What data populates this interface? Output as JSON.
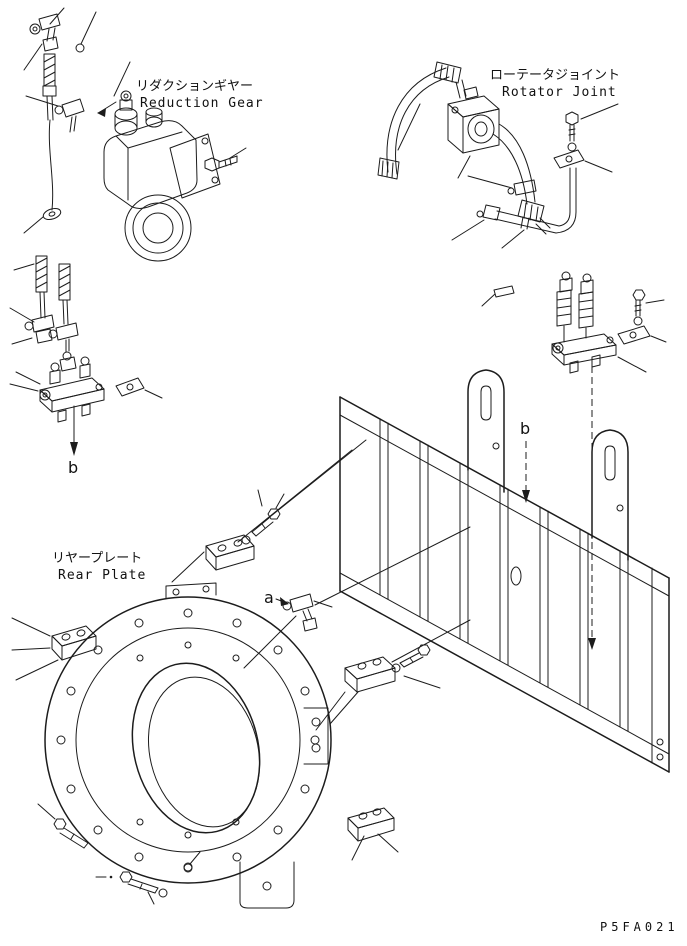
{
  "page": {
    "background": "#ffffff",
    "ink": "#1c1c1c"
  },
  "annotations": {
    "reduction_gear": {
      "jp": "リダクションギヤー",
      "en": "Reduction Gear"
    },
    "rotator_joint": {
      "jp": "ローテータジョイント",
      "en": "Rotator Joint"
    },
    "rear_plate": {
      "jp": "リヤープレート",
      "en": "Rear Plate"
    },
    "marker_a": "a",
    "marker_b_left": "b",
    "marker_b_right": "b",
    "drawing_code": "P5FA021"
  }
}
